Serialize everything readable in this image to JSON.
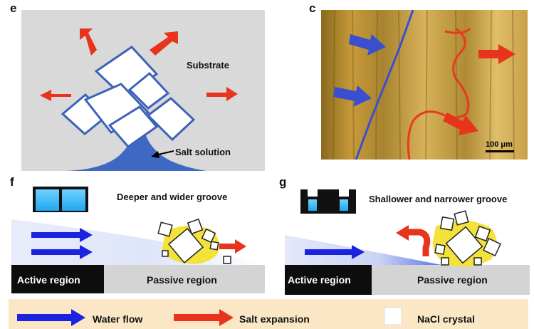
{
  "panels": {
    "e": {
      "label": "e",
      "substrate_label": "Substrate",
      "salt_solution_label": "Salt solution"
    },
    "c": {
      "label": "c",
      "scale_bar_label": "100 μm"
    },
    "f": {
      "label": "f",
      "title": "Deeper and wider groove",
      "active_region": "Active region",
      "passive_region": "Passive region"
    },
    "g": {
      "label": "g",
      "title": "Shallower and narrower groove",
      "active_region": "Active region",
      "passive_region": "Passive region"
    }
  },
  "legend": {
    "water_flow": "Water flow",
    "salt_expansion": "Salt expansion",
    "nacl_crystal": "NaCl crystal"
  },
  "colors": {
    "water_blue": "#1a24e0",
    "salt_red": "#e8341c",
    "crystal_yellow": "#f2e23a",
    "active_black": "#0d0d0d",
    "passive_grey": "#d4d4d4",
    "panel_e_bg": "#d9d9d9",
    "legend_bg": "#fbe7c6"
  }
}
